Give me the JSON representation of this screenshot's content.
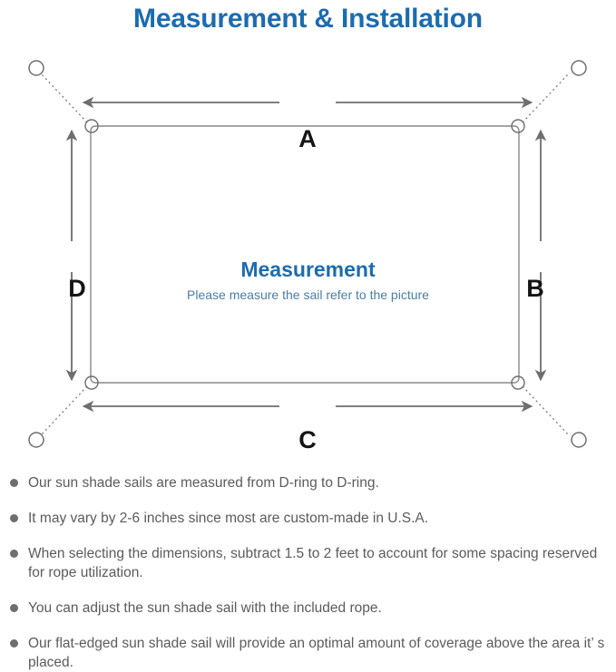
{
  "page": {
    "title": "Measurement & Installation",
    "title_color": "#1b6cb0"
  },
  "diagram": {
    "center_title": "Measurement",
    "center_subtitle": "Please measure the sail refer to the picture",
    "center_title_color": "#1b6cb0",
    "center_subtitle_color": "#4b7ea8",
    "dimension_labels": {
      "top": "A",
      "right": "B",
      "bottom": "C",
      "left": "D"
    },
    "line_color": "#6e6e6e",
    "sail_outline_color": "#8a8a8a",
    "anchors": [
      {
        "name": "top-left-anchor"
      },
      {
        "name": "top-right-anchor"
      },
      {
        "name": "bottom-left-anchor"
      },
      {
        "name": "bottom-right-anchor"
      }
    ],
    "d_rings": [
      {
        "name": "top-left-d-ring"
      },
      {
        "name": "top-right-d-ring"
      },
      {
        "name": "bottom-left-d-ring"
      },
      {
        "name": "bottom-right-d-ring"
      }
    ]
  },
  "notes": [
    "Our sun shade sails are measured from D-ring to D-ring.",
    "It may vary by 2-6 inches since most are custom-made in U.S.A.",
    "When selecting the dimensions, subtract 1.5 to 2 feet to account for some spacing reserved for rope utilization.",
    "You can adjust the sun shade sail with the included rope.",
    "Our flat-edged sun shade sail will provide an optimal amount of coverage above the area it’ s placed."
  ]
}
